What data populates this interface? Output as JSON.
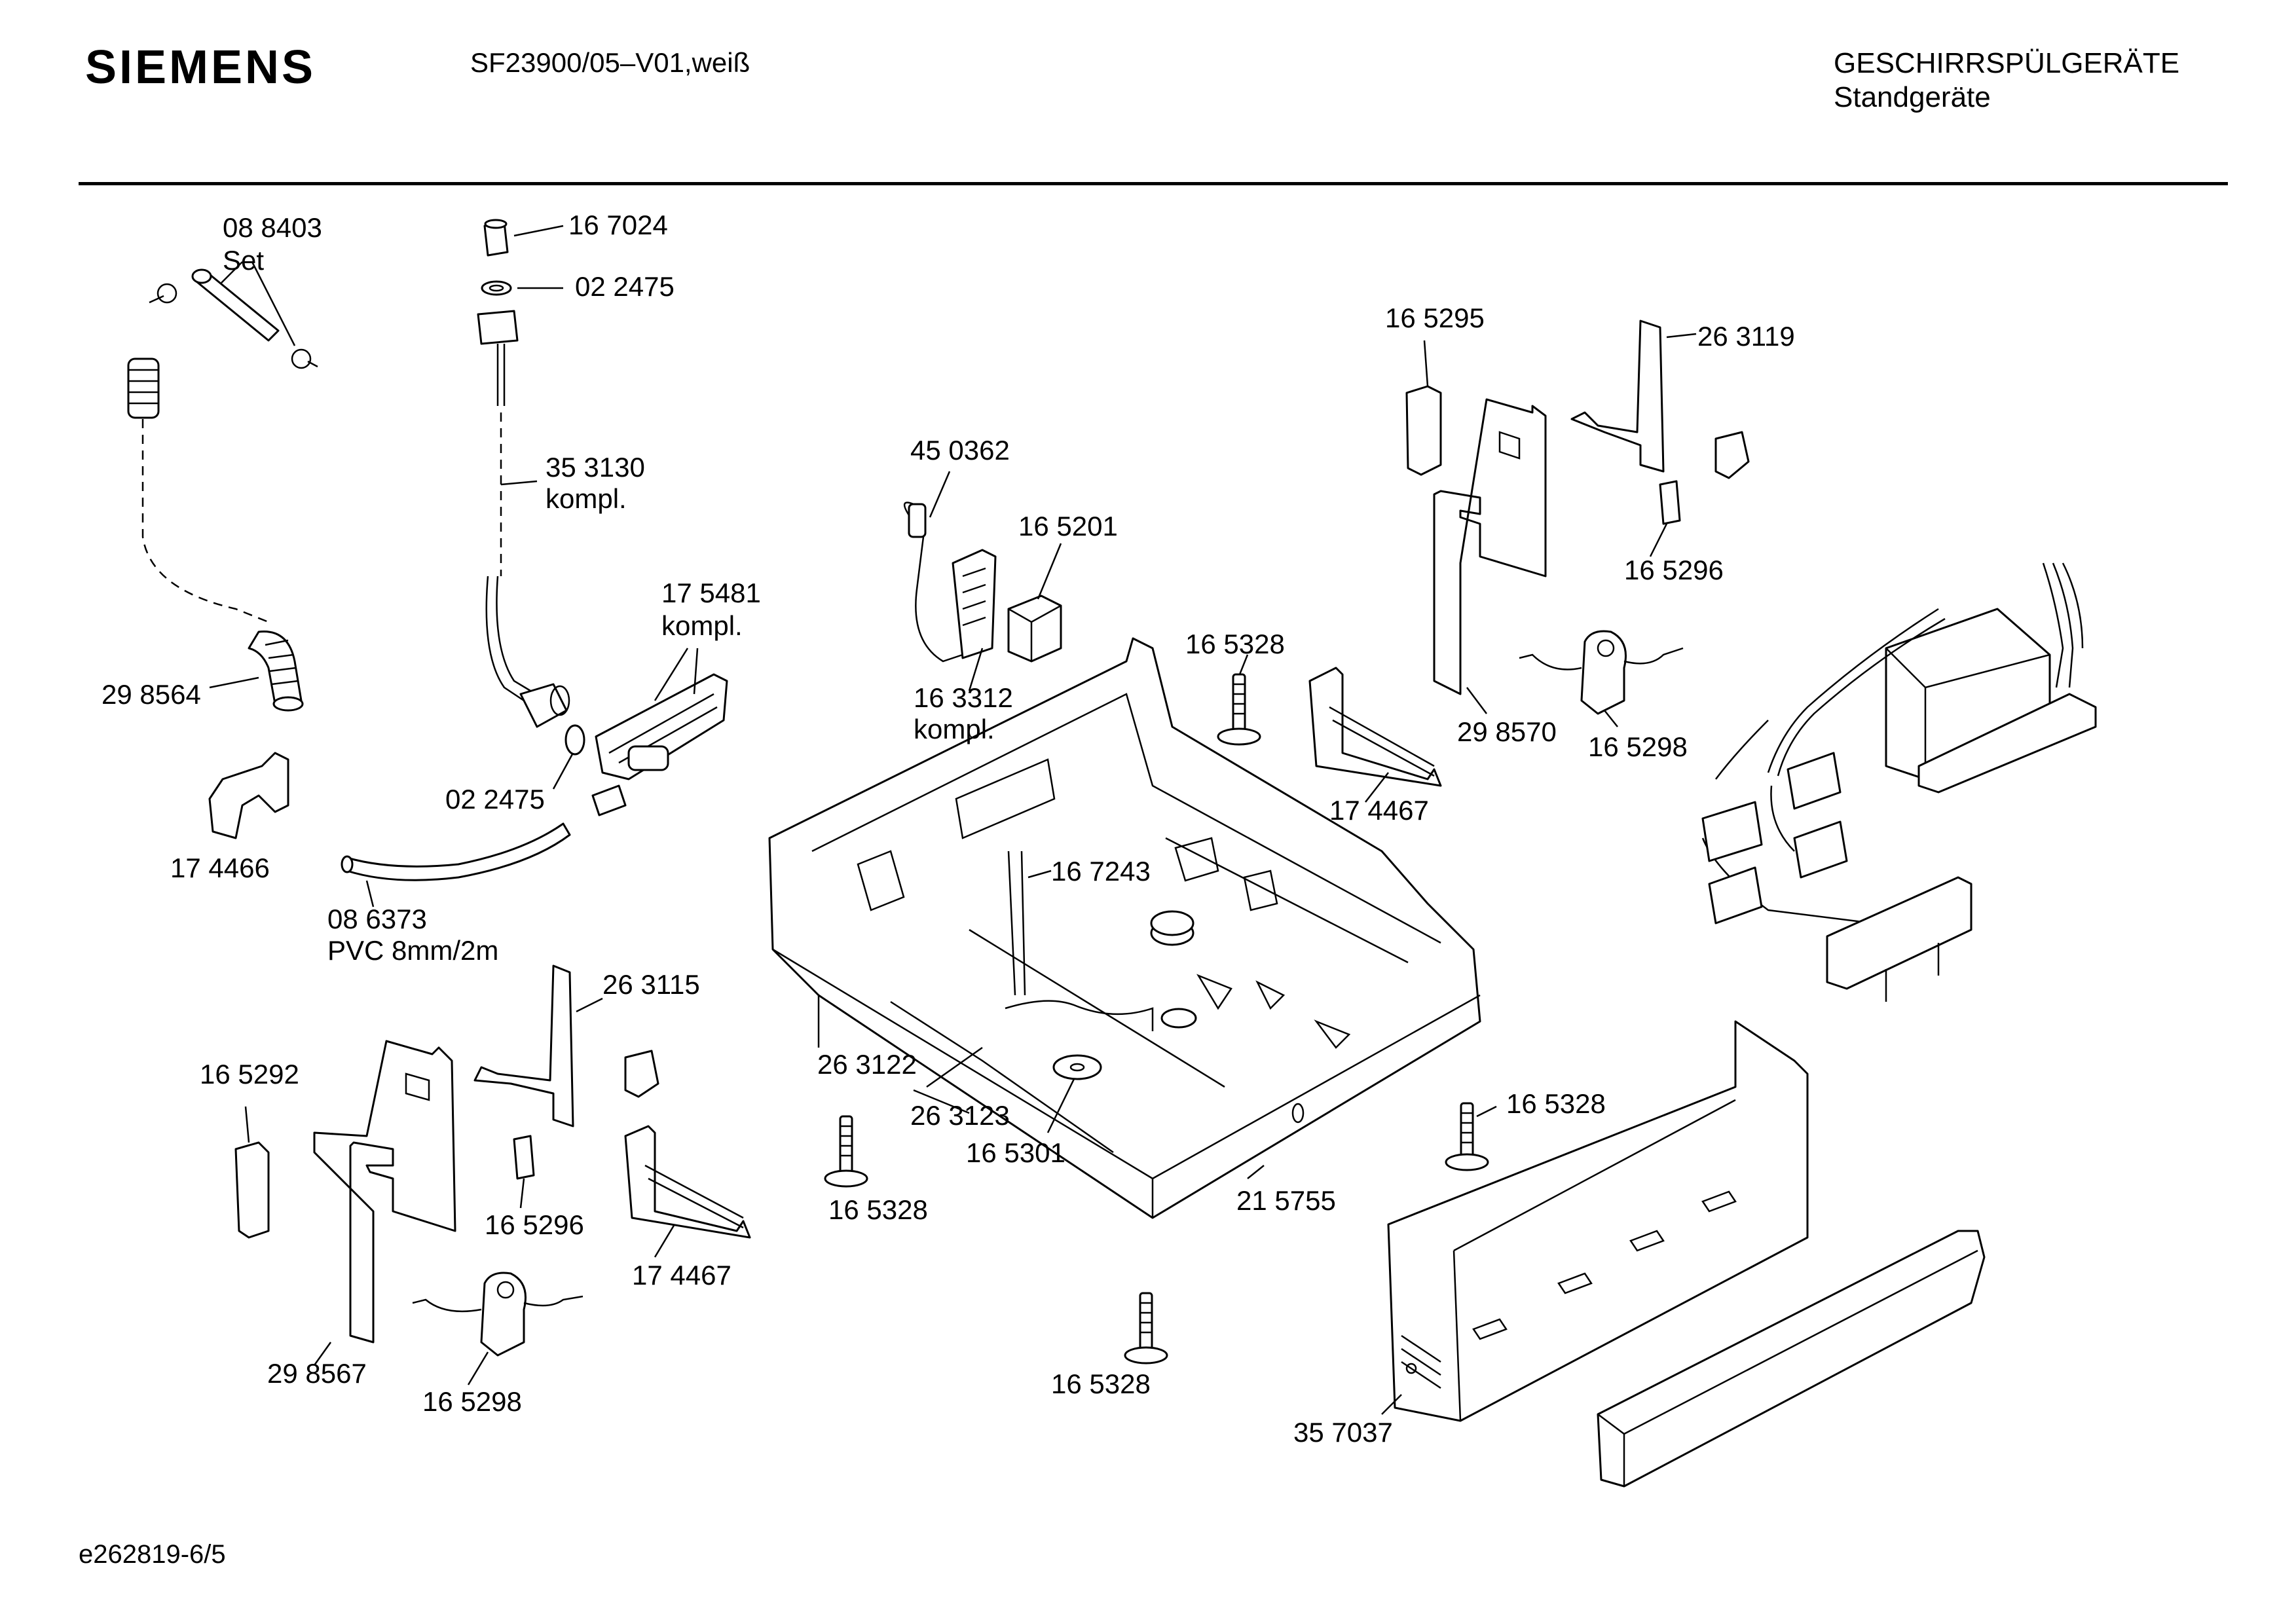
{
  "header": {
    "brand": "SIEMENS",
    "model": "SF23900/05–V01,weiß",
    "category_line1": "GESCHIRRSPÜLGERÄTE",
    "category_line2": "Standgeräte"
  },
  "footer": {
    "doc_id": "e262819-6/5"
  },
  "labels": {
    "p088403": "08 8403",
    "set": "Set",
    "p167024": "16 7024",
    "p022475a": "02 2475",
    "p353130": "35 3130",
    "kompl_a": "kompl.",
    "p175481": "17 5481",
    "kompl_b": "kompl.",
    "p298564": "29 8564",
    "p022475b": "02 2475",
    "p174466": "17 4466",
    "p086373": "08 6373",
    "pvc": "PVC 8mm/2m",
    "p450362": "45 0362",
    "p165201": "16 5201",
    "p163312": "16 3312",
    "kompl_c": "kompl.",
    "p165328a": "16 5328",
    "p174467a": "17 4467",
    "p167243": "16 7243",
    "p165295": "16 5295",
    "p263119": "26 3119",
    "p165296a": "16 5296",
    "p298570": "29 8570",
    "p165298a": "16 5298",
    "p263115": "26 3115",
    "p165292": "16 5292",
    "p165296b": "16 5296",
    "p174467b": "17 4467",
    "p298567": "29 8567",
    "p165298b": "16 5298",
    "p263122": "26 3122",
    "p263123": "26 3123",
    "p165301": "16 5301",
    "p165328b": "16 5328",
    "p215755": "21 5755",
    "p165328c": "16 5328",
    "p165328d": "16 5328",
    "p357037": "35 7037"
  }
}
